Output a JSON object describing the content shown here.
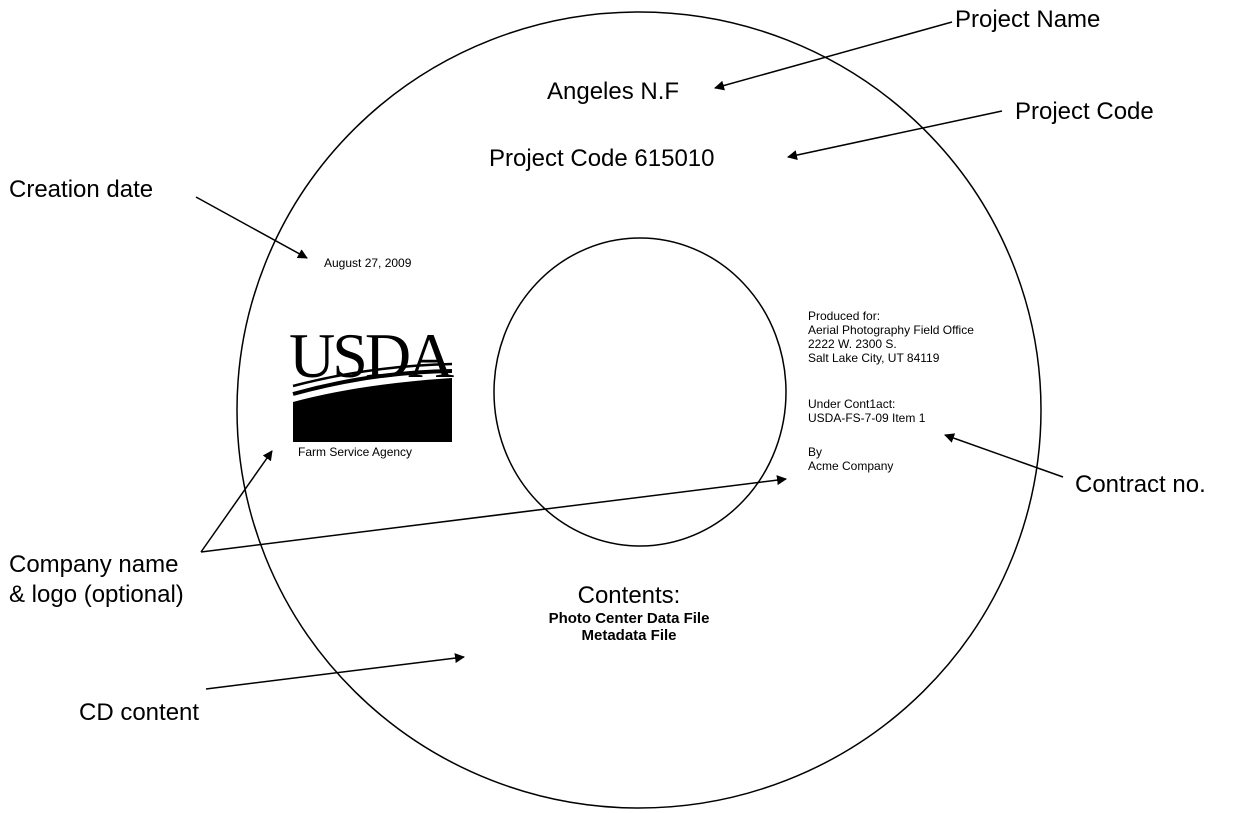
{
  "disc": {
    "project_name": "Angeles N.F",
    "project_code": "Project Code 615010",
    "creation_date": "August 27, 2009",
    "logo": {
      "wordmark": "USDA",
      "agency": "Farm Service Agency"
    },
    "produced_for": {
      "heading": "Produced for:",
      "line1": "Aerial Photography Field Office",
      "line2": "2222 W. 2300 S.",
      "line3": "Salt Lake City, UT 84119"
    },
    "contract": {
      "heading": "Under Cont1act:",
      "number": "USDA-FS-7-09 Item 1"
    },
    "producer": {
      "heading": "By",
      "name": "Acme Company"
    },
    "contents": {
      "heading": "Contents:",
      "items": [
        "Photo Center Data File",
        "Metadata File"
      ]
    }
  },
  "callouts": {
    "project_name": "Project Name",
    "project_code": "Project Code",
    "creation_date": "Creation date",
    "company_line1": "Company name",
    "company_line2": "& logo (optional)",
    "contract_no": "Contract no.",
    "cd_content": "CD content"
  }
}
